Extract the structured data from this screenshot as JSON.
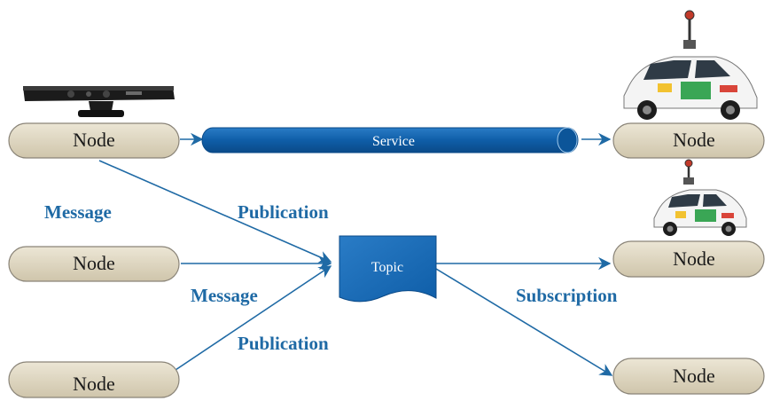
{
  "nodes": {
    "publisher_top": "Node",
    "publisher_middle": "Node",
    "publisher_bottom": "Node",
    "service_server": "Node",
    "subscriber_middle": "Node",
    "subscriber_bottom": "Node"
  },
  "service": {
    "label": "Service"
  },
  "topic": {
    "label": "Topic"
  },
  "edges": {
    "message_top": "Message",
    "publication_top": "Publication",
    "message_middle": "Message",
    "publication_bottom": "Publication",
    "subscription": "Subscription"
  },
  "colors": {
    "node_fill": "#d8cfb8",
    "node_stroke": "#8a8478",
    "accent_blue": "#1f6aa5",
    "pipe_blue": "#0f5ea8"
  },
  "icons": [
    "kinect-sensor-icon",
    "street-view-car-icon",
    "street-view-car-icon"
  ]
}
